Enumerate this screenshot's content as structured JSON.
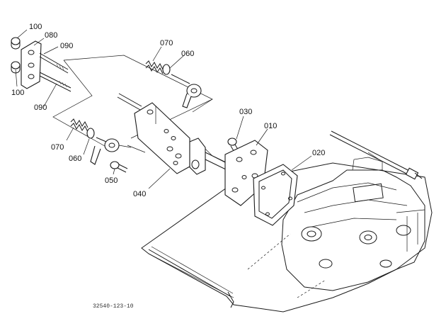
{
  "parts": [
    {
      "name": "label-100-top",
      "text": "100"
    },
    {
      "name": "label-080",
      "text": "080"
    },
    {
      "name": "label-090-top",
      "text": "090"
    },
    {
      "name": "label-100-bottom",
      "text": "100"
    },
    {
      "name": "label-090-bottom",
      "text": "090"
    },
    {
      "name": "label-070-top",
      "text": "070"
    },
    {
      "name": "label-060-top",
      "text": "060"
    },
    {
      "name": "label-070-bottom",
      "text": "070"
    },
    {
      "name": "label-060-bottom",
      "text": "060"
    },
    {
      "name": "label-050",
      "text": "050"
    },
    {
      "name": "label-040",
      "text": "040"
    },
    {
      "name": "label-030",
      "text": "030"
    },
    {
      "name": "label-010",
      "text": "010"
    },
    {
      "name": "label-020",
      "text": "020"
    }
  ],
  "figure_id": "32540-123-10"
}
